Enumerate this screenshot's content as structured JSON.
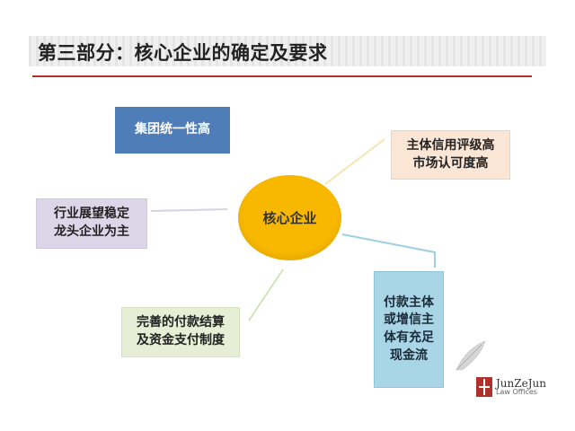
{
  "slide": {
    "title": "第三部分：核心企业的确定及要求"
  },
  "center": {
    "label": "核心企业"
  },
  "boxes": {
    "group": "集团统一性高",
    "credit": "主体信用评级高\n市场认可度高",
    "industry": "行业展望稳定\n龙头企业为主",
    "payment_system": "完善的付款结算\n及资金支付制度",
    "cashflow": "付款主体\n或增信主\n体有充足\n现金流"
  },
  "logo": {
    "name": "JunZeJun",
    "sub": "Law Offices"
  },
  "colors": {
    "title_rule": "#b0302c",
    "center_circle": "#f9b800",
    "box_blue": "#4f7db8",
    "box_orange": "#fbe6d6",
    "box_purple": "#ddd6e8",
    "box_green": "#e6efd5",
    "box_lightblue": "#a8d6e6"
  }
}
